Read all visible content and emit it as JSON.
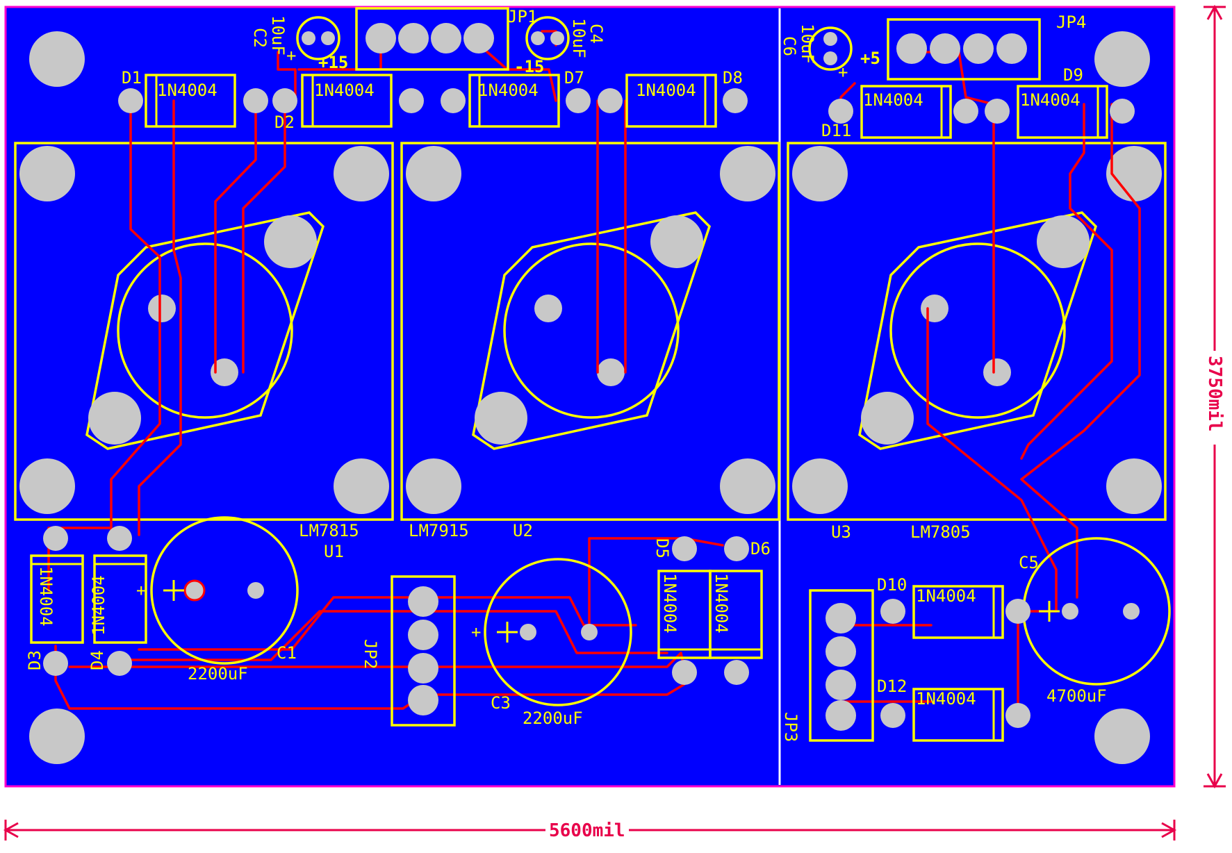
{
  "colors": {
    "board": "#0000ff",
    "silkscreen": "#ffff00",
    "trace": "#ff0000",
    "pad": "#c8c8c8",
    "outline": "#ff00cc",
    "dimension": "#e8004a"
  },
  "dimensions": {
    "width_label": "5600mil",
    "height_label": "3750mil"
  },
  "components": {
    "regulators": [
      {
        "name": "LM7815",
        "ref": "U1"
      },
      {
        "name": "LM7915",
        "ref": "U2"
      },
      {
        "name": "LM7805",
        "ref": "U3"
      }
    ],
    "diodes": [
      {
        "ref": "D1",
        "part": "1N4004"
      },
      {
        "ref": "D2",
        "part": "1N4004"
      },
      {
        "ref": "D7",
        "part": "1N4004"
      },
      {
        "ref": "D8",
        "part": "1N4004"
      },
      {
        "ref": "D9",
        "part": "1N4004"
      },
      {
        "ref": "D11",
        "part": "1N4004"
      },
      {
        "ref": "D3",
        "part": "1N4004"
      },
      {
        "ref": "D4",
        "part": "1N4004"
      },
      {
        "ref": "D5",
        "part": "1N4004"
      },
      {
        "ref": "D6",
        "part": "1N4004"
      },
      {
        "ref": "D10",
        "part": "1N4004"
      },
      {
        "ref": "D12",
        "part": "1N4004"
      }
    ],
    "capacitors": [
      {
        "ref": "C1",
        "value": "2200uF"
      },
      {
        "ref": "C2",
        "value": "10uF"
      },
      {
        "ref": "C3",
        "value": "2200uF"
      },
      {
        "ref": "C4",
        "value": "10uF"
      },
      {
        "ref": "C5",
        "value": "4700uF"
      },
      {
        "ref": "C6",
        "value": "10uF"
      }
    ],
    "connectors": [
      "JP1",
      "JP2",
      "JP3",
      "JP4"
    ],
    "rails": [
      "+15",
      "-15",
      "+5"
    ],
    "polarity_mark": "+"
  }
}
